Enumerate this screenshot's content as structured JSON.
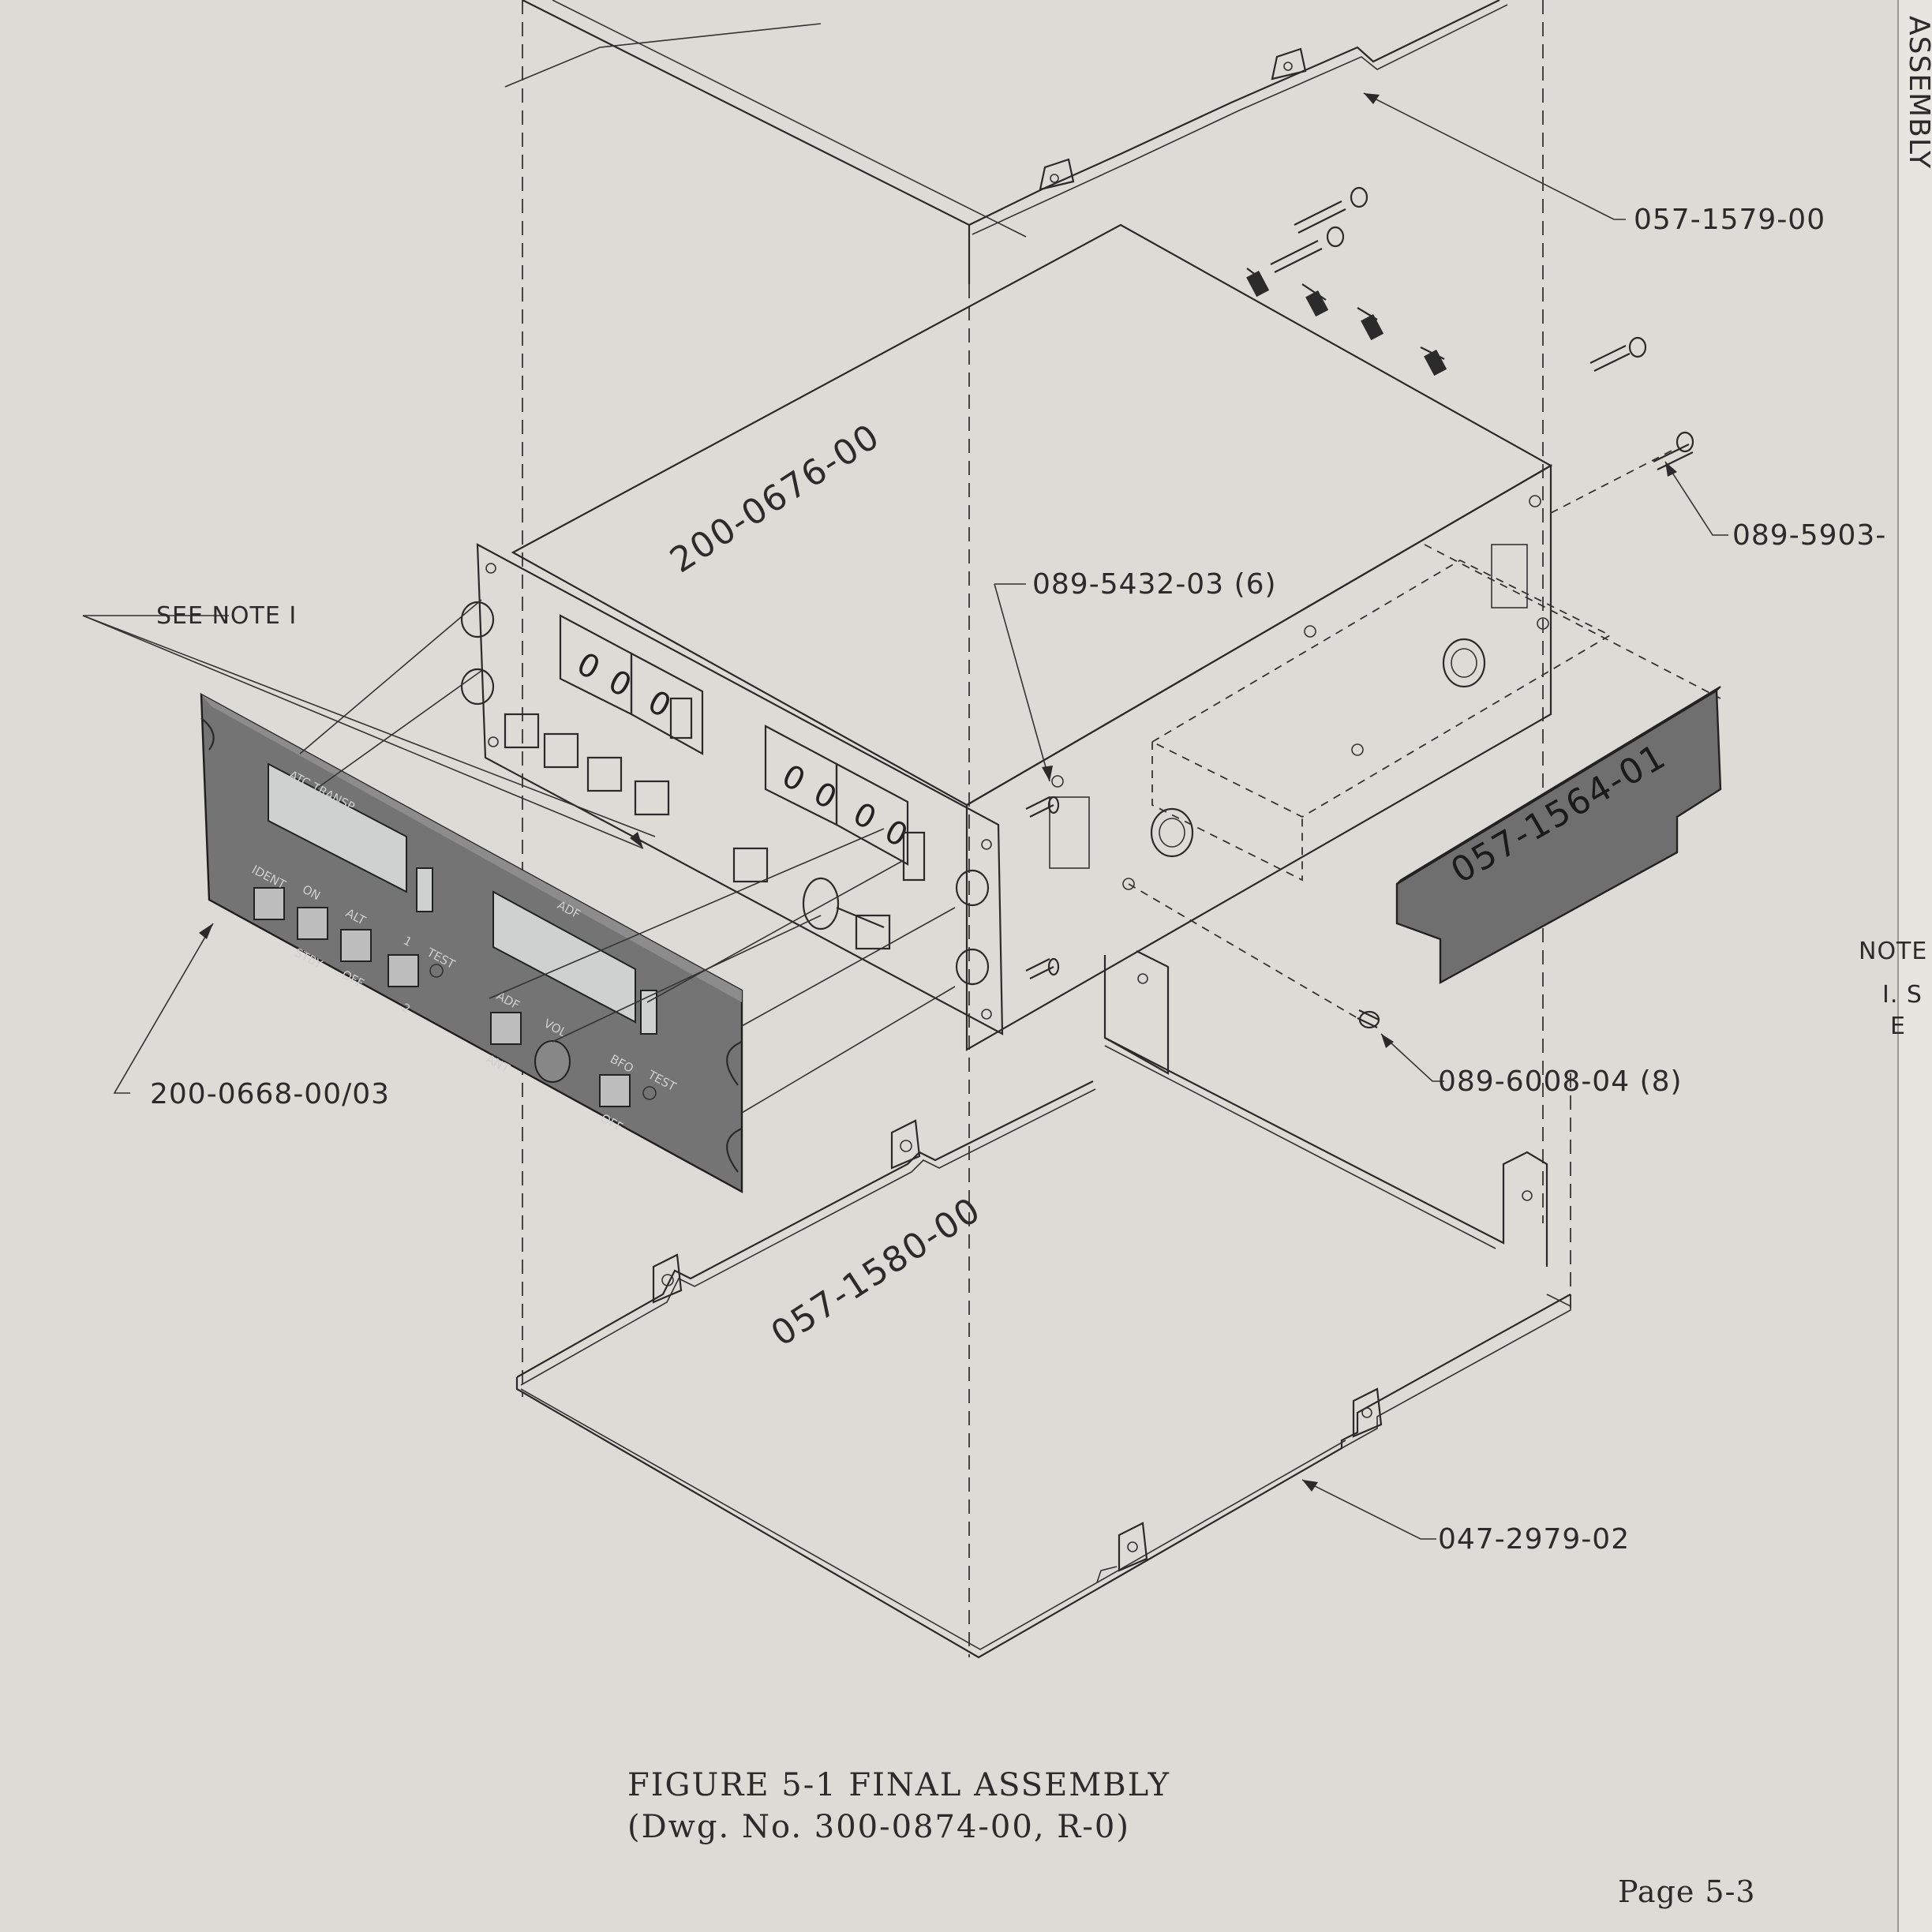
{
  "figure": {
    "caption_line1": "FIGURE 5-1 FINAL ASSEMBLY",
    "caption_line2": "(Dwg. No. 300-0874-00, R-0)",
    "page_number": "Page 5-3"
  },
  "callouts": {
    "top_cover": "057-1579-00",
    "screw_right": "089-5903-",
    "chassis": "200-0676-00",
    "screws_front": "089-5432-03 (6)",
    "see_note": "SEE NOTE I",
    "rear_plate": "057-1564-01",
    "front_panel": "200-0668-00/03",
    "screws_side": "089-6008-04 (8)",
    "bottom_cover": "057-1580-00",
    "bottom_base": "047-2979-02"
  },
  "margin_text": {
    "note_header": "NOTE",
    "note_line1": "I. S",
    "note_line2": "E",
    "edge_vertical": "ASSEMBLY"
  },
  "panel_legend": {
    "window_top": "ATC TRANSP",
    "window_adf": "ADF",
    "ident": "IDENT",
    "on": "ON",
    "stby": "STBY",
    "alt": "ALT",
    "off": "OFF",
    "one": "1",
    "two": "2",
    "test": "TEST",
    "adf_btn": "ADF",
    "ant": "ANT",
    "vol": "VOL",
    "bfo": "BFO",
    "bfo_off": "OFF",
    "bfo_test": "TEST"
  }
}
